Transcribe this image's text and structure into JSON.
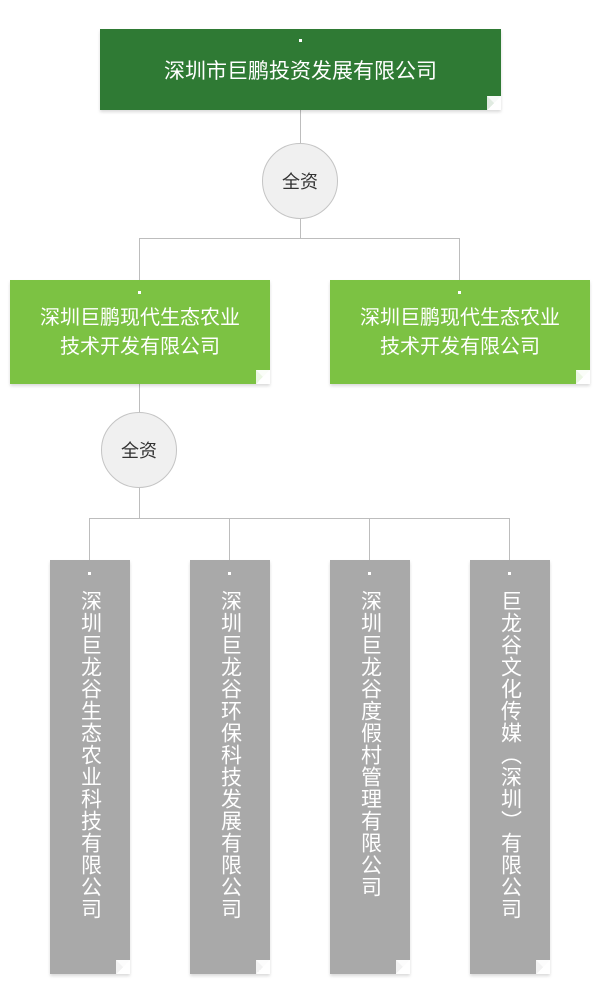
{
  "parent": {
    "name": "深圳市巨鹏投资发展有限公司"
  },
  "ownership_label_1": "全资",
  "level2": [
    {
      "line1": "深圳巨鹏现代生态农业",
      "line2": "技术开发有限公司"
    },
    {
      "line1": "深圳巨鹏现代生态农业",
      "line2": "技术开发有限公司"
    }
  ],
  "ownership_label_2": "全资",
  "level3": [
    {
      "name": "深圳巨龙谷生态农业科技有限公司"
    },
    {
      "name": "深圳巨龙谷环保科技发展有限公司"
    },
    {
      "name": "深圳巨龙谷度假村管理有限公司"
    },
    {
      "name": "巨龙谷文化传媒（深圳）有限公司"
    }
  ],
  "colors": {
    "parent_box": "#2f7a34",
    "level2_box": "#7cc243",
    "level3_box": "#a9a9a9",
    "connector": "#bdbdbd"
  }
}
